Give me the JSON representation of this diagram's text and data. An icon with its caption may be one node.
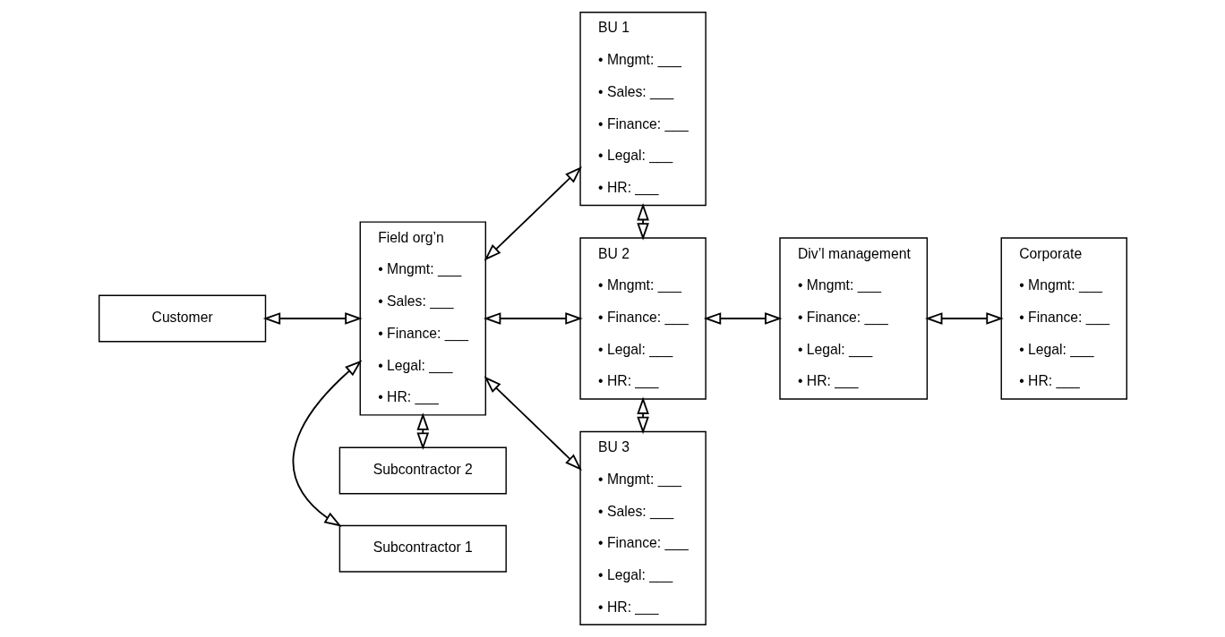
{
  "diagram": {
    "nodes": [
      {
        "text": [
          "Customer"
        ]
      },
      {
        "text": [
          "Field org’n",
          "• Mngmt: ___",
          "• Sales: ___",
          "• Finance: ___",
          "• Legal: ___",
          "• HR: ___"
        ]
      },
      {
        "text": [
          "Subcontractor 1"
        ]
      },
      {
        "text": [
          "Subcontractor 2"
        ]
      },
      {
        "text": [
          "BU 1",
          "• Mngmt: ___",
          "• Sales: ___",
          "• Finance: ___",
          "• Legal: ___",
          "• HR: ___"
        ]
      },
      {
        "text": [
          "BU 2",
          "• Mngmt: ___",
          "• Finance: ___",
          "• Legal: ___",
          "• HR: ___"
        ]
      },
      {
        "text": [
          "BU 3",
          "• Mngmt: ___",
          "• Sales: ___",
          "• Finance: ___",
          "• Legal: ___",
          "• HR: ___"
        ]
      },
      {
        "text": [
          "Div’l management",
          "• Mngmt: ___",
          "• Finance: ___",
          "• Legal: ___",
          "• HR: ___"
        ]
      },
      {
        "text": [
          "Corporate",
          "• Mngmt: ___",
          "• Finance: ___",
          "• Legal: ___",
          "• HR: ___"
        ]
      }
    ],
    "edges": [
      {
        "from": 0,
        "to": 1,
        "arrow": "both"
      },
      {
        "from": 1,
        "to": 4,
        "arrow": "both"
      },
      {
        "from": 4,
        "to": 5,
        "arrow": "both"
      },
      {
        "from": 1,
        "to": 5,
        "arrow": "both"
      },
      {
        "from": 5,
        "to": 6,
        "arrow": "both"
      },
      {
        "from": 1,
        "to": 6,
        "arrow": "both"
      },
      {
        "from": 1,
        "to": 2,
        "arrow": "both"
      },
      {
        "from": 1,
        "to": 3,
        "arrow": "both"
      },
      {
        "from": 5,
        "to": 7,
        "arrow": "both"
      },
      {
        "from": 7,
        "to": 8,
        "arrow": "both"
      }
    ]
  }
}
